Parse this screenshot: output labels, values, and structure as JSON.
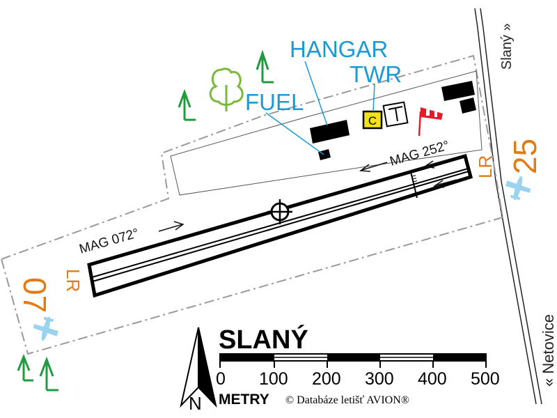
{
  "labels": {
    "hangar": "HANGAR",
    "twr": "TWR",
    "fuel": "FUEL",
    "mag_252": "MAG 252°",
    "mag_072": "MAG 072°",
    "rwy_25": "25",
    "rwy_07": "07",
    "lr_east": "LR",
    "lr_west": "LR",
    "road_north": "Slaný »",
    "road_south": "« Netovice",
    "tower_letter": "C"
  },
  "legend": {
    "airfield_name": "SLANÝ",
    "unit_label": "METRY",
    "copyright": "© Databáze letišť AVION®",
    "north_label": "N",
    "scale_ticks": [
      "0",
      "100",
      "200",
      "300",
      "400",
      "500"
    ]
  },
  "colors": {
    "label_blue": "#1a9ad6",
    "runway_orange": "#e07c16",
    "tree_green": "#7ab83a",
    "arrow_green": "#1f9a3c",
    "windsock_red": "#e21c2a",
    "aircraft_blue": "#9ad3ee",
    "tower_yellow": "#f3e11a",
    "boundary_grey": "#9a9a9a"
  },
  "icons": {
    "aerodrome_reference": "crosshair-icon",
    "windsock": "windsock-icon",
    "tree": "tree-icon",
    "vegetation_arrows": "up-arrow-icon",
    "aircraft": "aircraft-icon",
    "north": "north-arrow-icon"
  }
}
